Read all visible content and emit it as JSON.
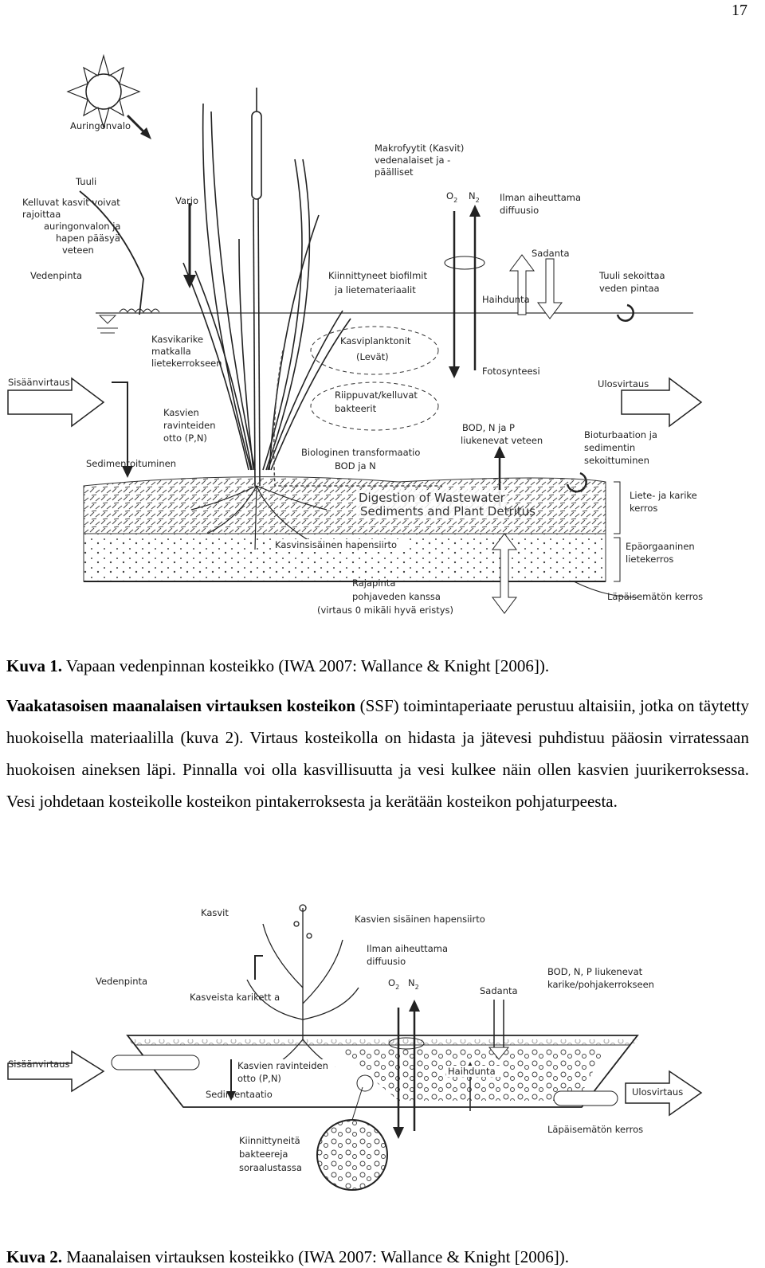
{
  "page": {
    "number": "17"
  },
  "figure1": {
    "labels": {
      "sunlight": "Auringonvalo",
      "wind": "Tuuli",
      "floating_plants": [
        "Kelluvat kasvit voivat",
        "rajoittaa",
        "auringonvalon ja",
        "hapen pääsyä",
        "veteen"
      ],
      "shade": "Varjo",
      "water_surface": "Vedenpinta",
      "macrophytes": [
        "Makrofyytit (Kasvit)",
        "vedenalaiset ja -",
        "päälliset"
      ],
      "o2": "O",
      "o2_sub": "2",
      "n2": "N",
      "n2_sub": "2",
      "air_diffusion": [
        "Ilman aiheuttama",
        "diffuusio"
      ],
      "precipitation": "Sadanta",
      "wind_mixing": [
        "Tuuli sekoittaa",
        "veden pintaa"
      ],
      "evaporation": "Haihdunta",
      "biofilms": [
        "Kiinnittyneet biofilmit",
        "ja lietemateriaalit"
      ],
      "litter": [
        "Kasvikarike",
        "matkalla",
        "lietekerrokseen"
      ],
      "phytoplankton": [
        "Kasviplanktonit",
        "(Levät)"
      ],
      "photosynthesis": "Fotosynteesi",
      "inflow": "Sisäänvirtaus",
      "outflow": "Ulosvirtaus",
      "bacteria": [
        "Riippuvat/kelluvat",
        "bakteerit"
      ],
      "nutrient_uptake": [
        "Kasvien",
        "ravinteiden",
        "otto (P,N)"
      ],
      "bod": [
        "BOD, N ja P",
        "liukenevat veteen"
      ],
      "bioturbation": [
        "Bioturbaation ja",
        "sedimentin",
        "sekoittuminen"
      ],
      "sedimentation": "Sedimentoituminen",
      "bio_transform": [
        "Biologinen transformaatio",
        "BOD ja N"
      ],
      "digestion": [
        "Digestion of Wastewater",
        "Sediments and Plant Detritus"
      ],
      "sludge_layer": [
        "Liete- ja karike",
        "kerros"
      ],
      "internal_oxygen": "Kasvinsisäinen hapensiirto",
      "inorganic_layer": [
        "Epäorgaaninen",
        "lietekerros"
      ],
      "interface": [
        "Rajapinta",
        "pohjaveden kanssa",
        "(virtaus 0 mikäli hyvä eristys)"
      ],
      "impermeable": "Läpäisemätön kerros"
    }
  },
  "caption1": {
    "label": "Kuva 1.",
    "text": " Vapaan vedenpinnan kosteikko (IWA 2007: Wallance & Knight [2006])."
  },
  "paragraph": {
    "bold": "Vaakatasoisen maanalaisen virtauksen kosteikon",
    "text": " (SSF) toimintaperiaate perustuu altaisiin, jotka on täytetty huokoisella materiaalilla (kuva 2). Virtaus kosteikolla on hidasta ja jätevesi puhdistuu pääosin virratessaan huokoisen aineksen läpi. Pinnalla voi olla kasvillisuutta ja vesi kulkee näin ollen kasvien juurikerroksessa. Vesi johdetaan kosteikolle kosteikon pintakerroksesta ja kerätään kosteikon pohjaturpeesta."
  },
  "figure2": {
    "labels": {
      "plants": "Kasvit",
      "internal_oxygen": "Kasvien sisäinen hapensiirto",
      "air_diffusion": [
        "Ilman aiheuttama",
        "diffuusio"
      ],
      "o2": "O",
      "o2_sub": "2",
      "n2": "N",
      "n2_sub": "2",
      "bod": [
        "BOD, N, P liukenevat",
        "karike/pohjakerrokseen"
      ],
      "water_surface": "Vedenpinta",
      "precipitation": "Sadanta",
      "plant_litter": "Kasveista karikett a",
      "inflow": "Sisäänvirtaus",
      "nutrient_uptake": [
        "Kasvien ravinteiden",
        "otto (P,N)"
      ],
      "evaporation": "Haihdunta",
      "sedimentation": "Sedimentaatio",
      "outflow": "Ulosvirtaus",
      "impermeable": "Läpäisemätön kerros",
      "bacteria": [
        "Kiinnittyneitä",
        "bakteereja",
        "soraalustassa"
      ]
    }
  },
  "caption2": {
    "label": "Kuva 2.",
    "text": " Maanalaisen virtauksen kosteikko (IWA 2007: Wallance & Knight [2006])."
  }
}
